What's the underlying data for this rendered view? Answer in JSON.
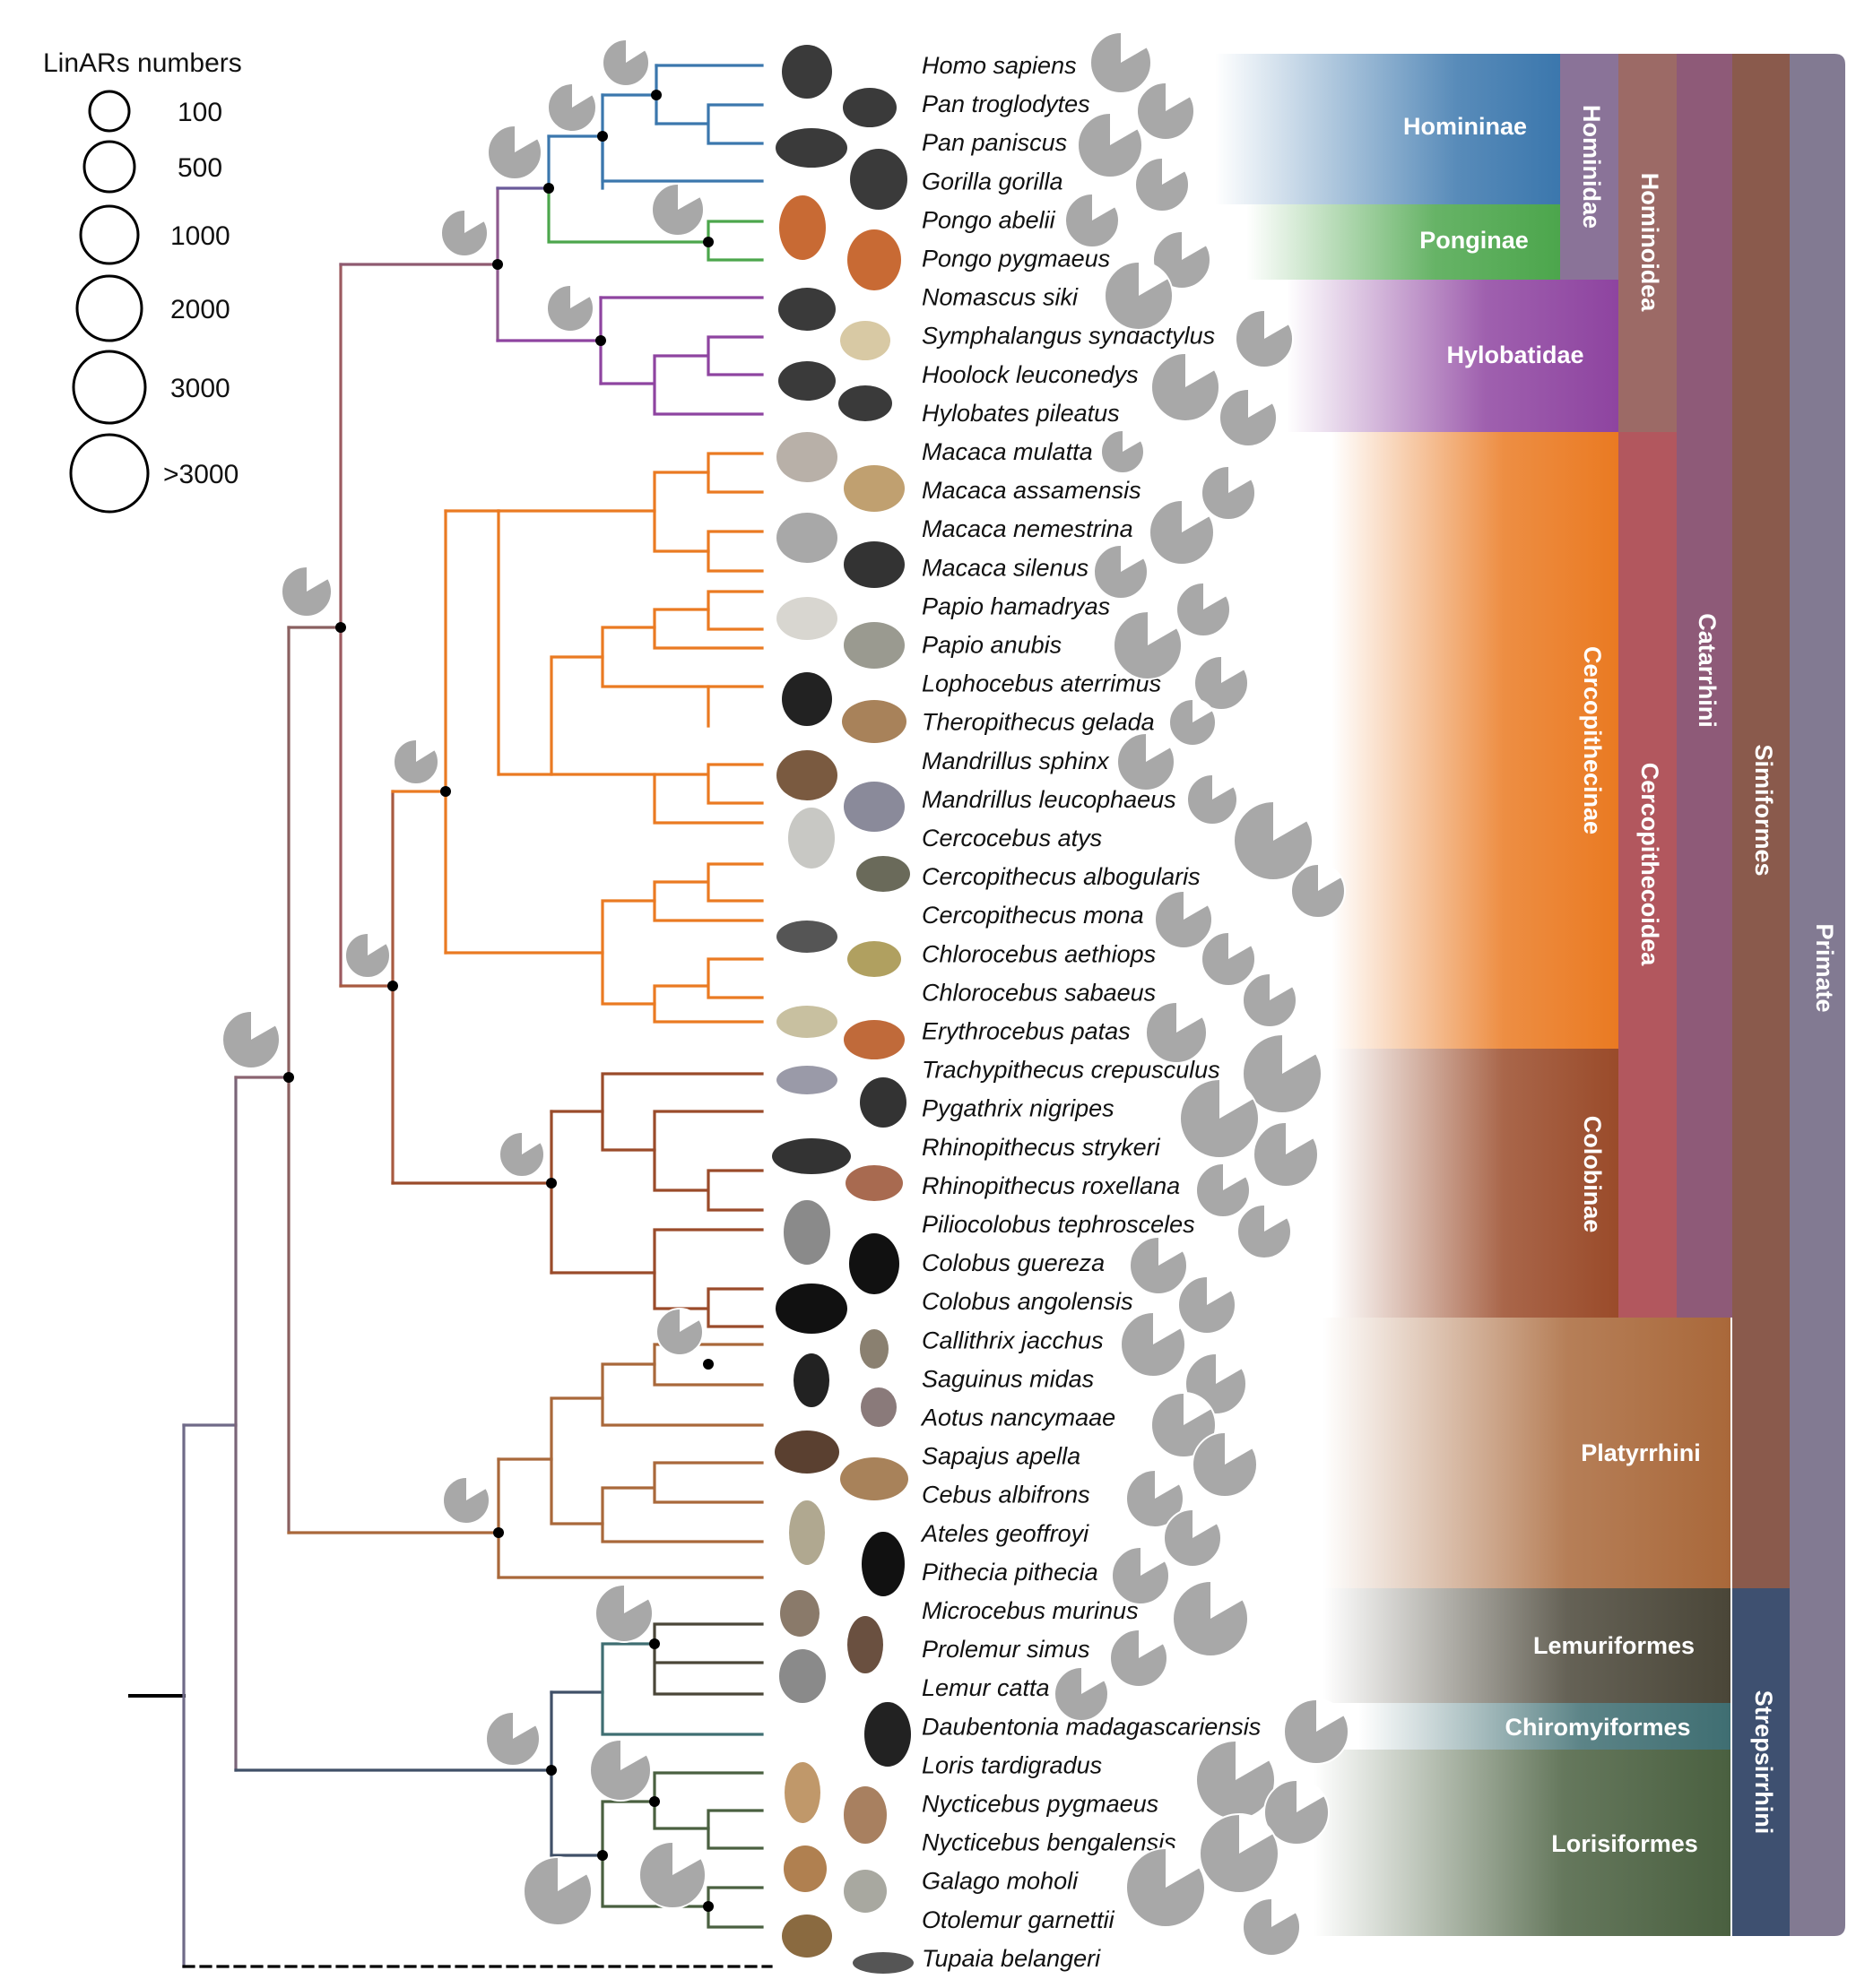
{
  "legend": {
    "title": "LinARs numbers",
    "sizes": [
      {
        "label": "100"
      },
      {
        "label": "500"
      },
      {
        "label": "1000"
      },
      {
        "label": "2000"
      },
      {
        "label": "3000"
      },
      {
        "label": ">3000"
      }
    ]
  },
  "species": [
    "Homo sapiens",
    "Pan troglodytes",
    "Pan paniscus",
    "Gorilla gorilla",
    "Pongo abelii",
    "Pongo pygmaeus",
    "Nomascus siki",
    "Symphalangus syndactylus",
    "Hoolock leuconedys",
    "Hylobates pileatus",
    "Macaca mulatta",
    "Macaca assamensis",
    "Macaca nemestrina",
    "Macaca silenus",
    "Papio hamadryas",
    "Papio anubis",
    "Lophocebus aterrimus",
    "Theropithecus gelada",
    "Mandrillus sphinx",
    "Mandrillus leucophaeus",
    "Cercocebus atys",
    "Cercopithecus albogularis",
    "Cercopithecus mona",
    "Chlorocebus aethiops",
    "Chlorocebus sabaeus",
    "Erythrocebus patas",
    "Trachypithecus crepusculus",
    "Pygathrix nigripes",
    "Rhinopithecus strykeri",
    "Rhinopithecus roxellana",
    "Piliocolobus tephrosceles",
    "Colobus guereza",
    "Colobus angolensis",
    "Callithrix jacchus",
    "Saguinus midas",
    "Aotus nancymaae",
    "Sapajus apella",
    "Cebus albifrons",
    "Ateles geoffroyi",
    "Pithecia pithecia",
    "Microcebus murinus",
    "Prolemur simus",
    "Lemur catta",
    "Daubentonia madagascariensis",
    "Loris tardigradus",
    "Nycticebus pygmaeus",
    "Nycticebus bengalensis",
    "Galago moholi",
    "Otolemur garnettii",
    "Tupaia belangeri"
  ],
  "clades": {
    "homininae": "Homininae",
    "ponginae": "Ponginae",
    "hylobatidae": "Hylobatidae",
    "cercopithecinae": "Cercopithecinae",
    "colobinae": "Colobinae",
    "platyrrhini": "Platyrrhini",
    "lemuriformes": "Lemuriformes",
    "chiromyiformes": "Chiromyiformes",
    "lorisiformes": "Lorisiformes",
    "hominidae": "Hominidae",
    "hominoidea": "Hominoidea",
    "cercopithecoidea": "Cercopithecoidea",
    "catarrhini": "Catarrhini",
    "simiformes": "Simiformes",
    "strepsirrhini": "Strepsirrhini",
    "primate": "Primate"
  },
  "colors": {
    "homininae": "#3b77ad",
    "ponginae": "#4ca64c",
    "hylobatidae": "#8e44a0",
    "cercopithecinae": "#ea7a22",
    "colobinae": "#9a4b2a",
    "platyrrhini": "#a9683a",
    "lemuriformes": "#4a4638",
    "chiromyiformes": "#3f6e72",
    "lorisiformes": "#4a6040",
    "hominidae": "#8a7398",
    "hominoidea": "#9c6a66",
    "cercopithecoidea": "#b2575e",
    "catarrhini": "#8e5a78",
    "simiformes": "#8a5a4c",
    "strepsirrhini": "#3e5070",
    "primate": "#827a92",
    "pie": "#a8a8a8"
  }
}
